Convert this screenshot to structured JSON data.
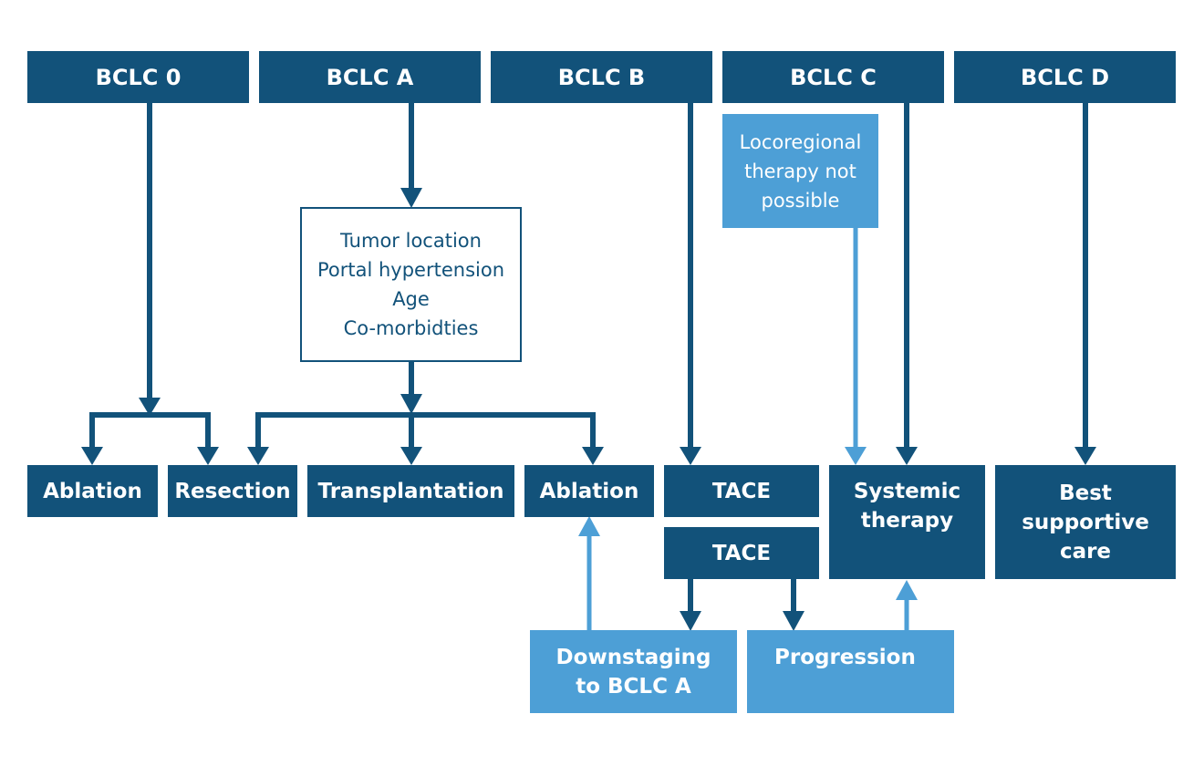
{
  "colors": {
    "dark": "#12527a",
    "light": "#4d9fd6",
    "background": "#ffffff"
  },
  "stages": {
    "bclc0": "BCLC 0",
    "bclcA": "BCLC A",
    "bclcB": "BCLC B",
    "bclcC": "BCLC C",
    "bclcD": "BCLC D"
  },
  "criteria": {
    "line1": "Tumor location",
    "line2": "Portal hypertension",
    "line3": "Age",
    "line4": "Co-morbidties"
  },
  "locoregional": {
    "line1": "Locoregional",
    "line2": "therapy not",
    "line3": "possible"
  },
  "treatments": {
    "ablation_left": "Ablation",
    "resection": "Resection",
    "transplantation": "Transplantation",
    "ablation_right": "Ablation",
    "tace_top": "TACE",
    "tace_bottom": "TACE",
    "systemic_line1": "Systemic",
    "systemic_line2": "therapy",
    "bsc_line1": "Best",
    "bsc_line2": "supportive",
    "bsc_line3": "care"
  },
  "outcomes": {
    "downstaging_line1": "Downstaging",
    "downstaging_line2": "to BCLC A",
    "progression": "Progression"
  }
}
